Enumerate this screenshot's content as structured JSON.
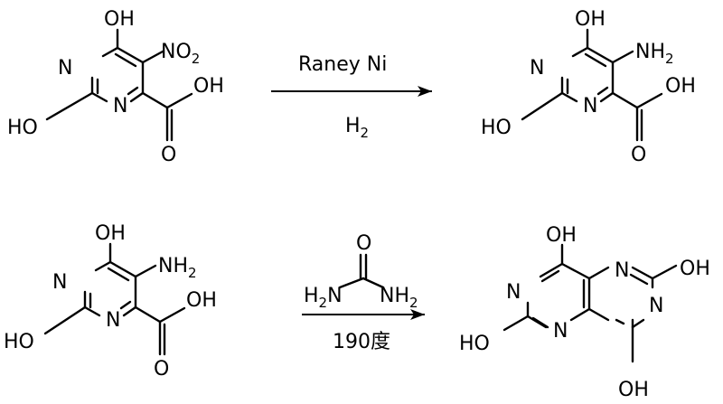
{
  "reaction1": {
    "reactant": {
      "oh_top": "OH",
      "no2": "NO",
      "no2_sub": "2",
      "n1": "N",
      "n2": "N",
      "ho_left": "HO",
      "oh_acid": "OH",
      "o_carbonyl": "O"
    },
    "reagent_top": "Raney Ni",
    "reagent_bottom": "H",
    "reagent_bottom_sub": "2",
    "product": {
      "oh_top": "OH",
      "nh2": "NH",
      "nh2_sub": "2",
      "n1": "N",
      "n2": "N",
      "ho_left": "HO",
      "oh_acid": "OH",
      "o_carbonyl": "O"
    }
  },
  "reaction2": {
    "reactant": {
      "oh_top": "OH",
      "nh2": "NH",
      "nh2_sub": "2",
      "n1": "N",
      "n2": "N",
      "ho_left": "HO",
      "oh_acid": "OH",
      "o_carbonyl": "O"
    },
    "urea": {
      "o": "O",
      "h2n": "H",
      "h2n_sub": "2",
      "h2n_n": "N",
      "nh2": "NH",
      "nh2_sub": "2"
    },
    "condition": "190度",
    "product": {
      "oh_top": "OH",
      "oh_right": "OH",
      "ho_left": "HO",
      "oh_bottom": "OH",
      "n_top_left": "N",
      "n_bottom_left": "N",
      "n_top_right": "N",
      "n_bottom_right": "N"
    }
  }
}
